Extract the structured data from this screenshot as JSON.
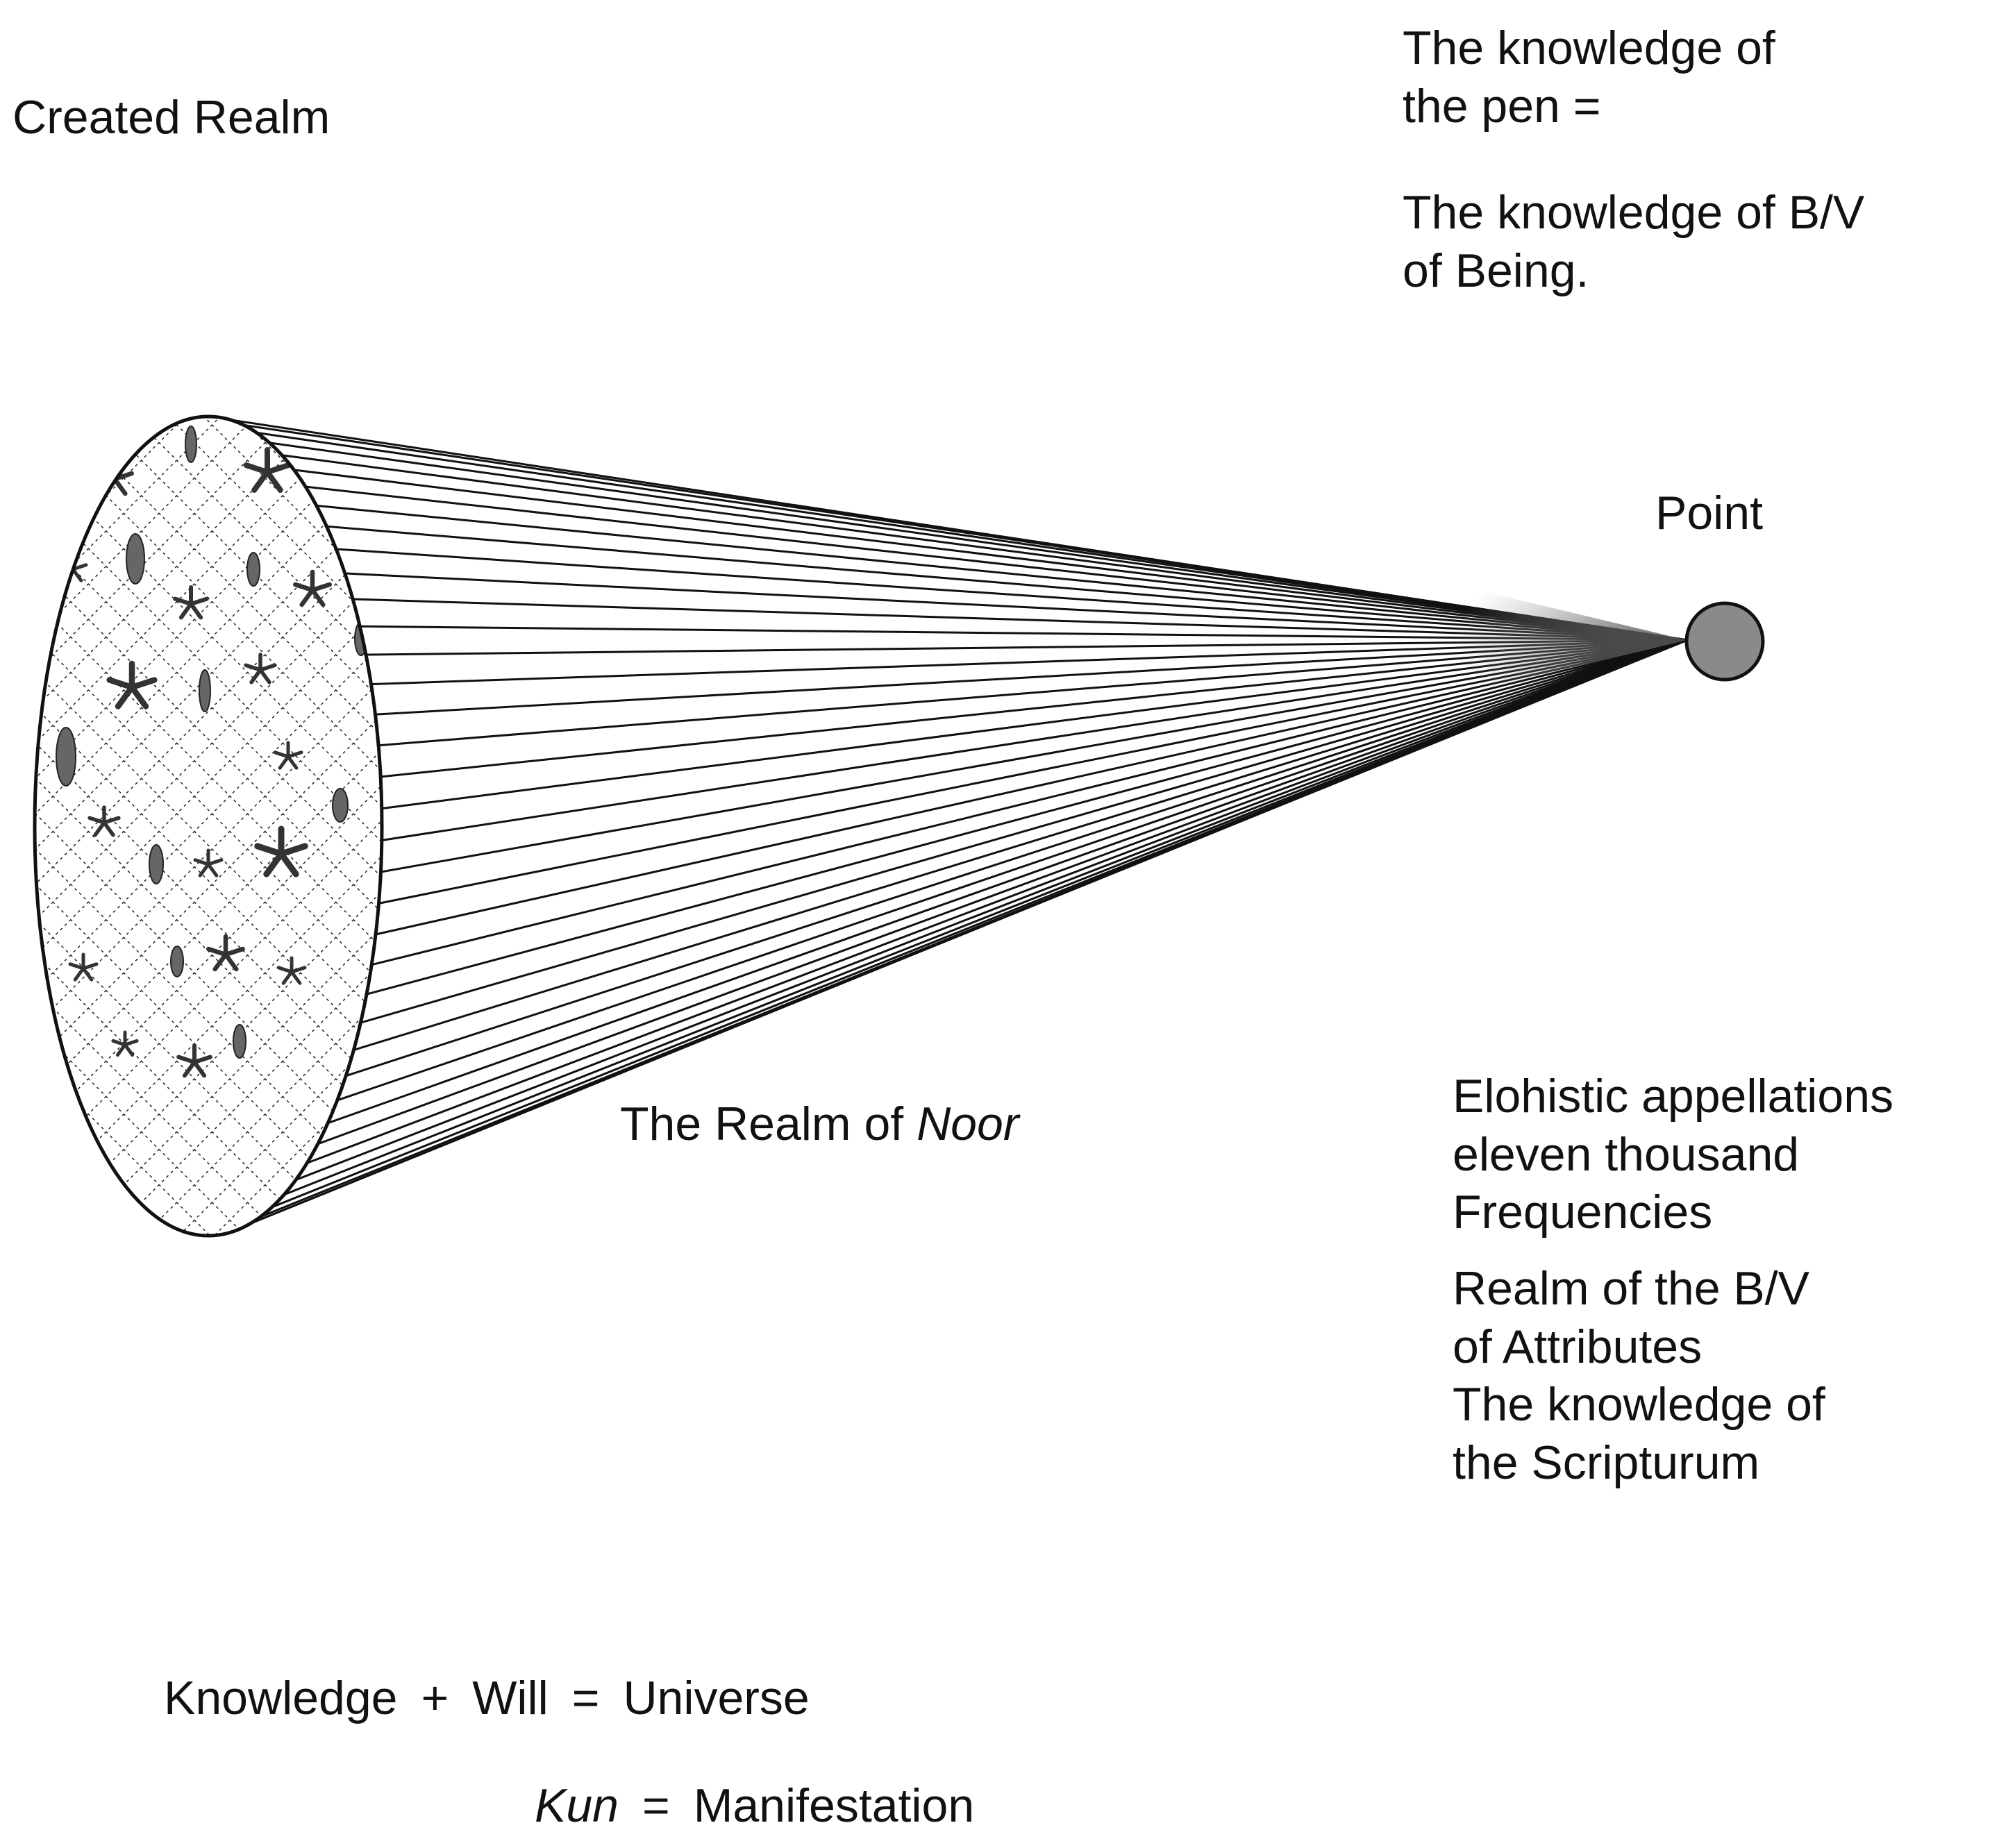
{
  "labels": {
    "created_realm": "Created Realm",
    "pen_line1": "The knowledge of",
    "pen_line2": "the pen =",
    "being_line1": "The knowledge of B/V",
    "being_line2": "of Being.",
    "point": "Point",
    "noor_prefix": "The Realm of",
    "noor_italic": "Noor",
    "attributes_lines": [
      "Elohistic appellations",
      "eleven thousand",
      "Frequencies",
      "Realm of the B/V",
      "of Attributes",
      "The knowledge of",
      "the Scripturum"
    ]
  },
  "equations": {
    "eq1": {
      "term1": "Knowledge",
      "op1": "+",
      "term2": "Will",
      "op2": "=",
      "result": "Universe"
    },
    "eq2": {
      "term1": "Kun",
      "op1": "=",
      "result": "Manifestation"
    }
  },
  "icons": [
    "star-icon",
    "ellipse-mark-icon",
    "crosshatch-pattern",
    "point-dot"
  ],
  "colors": {
    "ink": "#111111",
    "point_fill": "#8a8a8a",
    "star_fill": "#555555",
    "convergence_shade": "#6e6e6e"
  }
}
